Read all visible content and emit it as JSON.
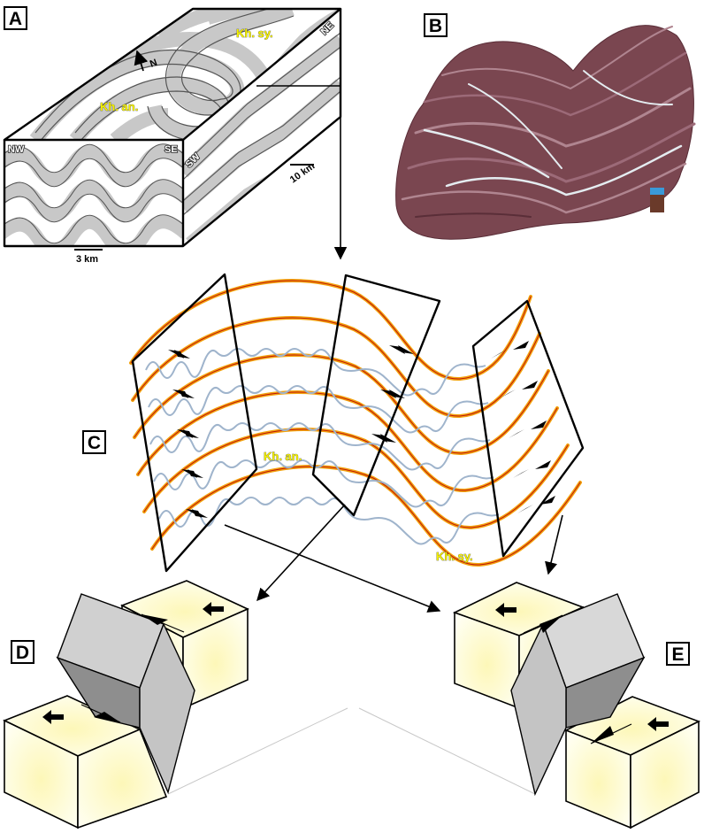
{
  "panels": {
    "a": "A",
    "b": "B",
    "c": "C",
    "d": "D",
    "e": "E"
  },
  "block_a": {
    "unit_upper": "Kh. sy.",
    "unit_lower": "Kh. an.",
    "north": "N",
    "corner_nw": "NW",
    "corner_se": "SE",
    "corner_sw": "SW",
    "corner_ne": "NE",
    "scale_front": "3 km",
    "scale_side": "10 km"
  },
  "panel_c": {
    "unit_lower": "Kh. an.",
    "unit_upper": "Kh. sy."
  },
  "colors": {
    "stripe_grey": "#c8c8c8",
    "orange_layer": "#f2a20c",
    "red_line": "#c0150c",
    "wave_blue": "#9fb4cc",
    "rock_purple": "#7a4650",
    "block_yellow": "#fbf6c4",
    "block_grey": "#c9c9c9"
  }
}
